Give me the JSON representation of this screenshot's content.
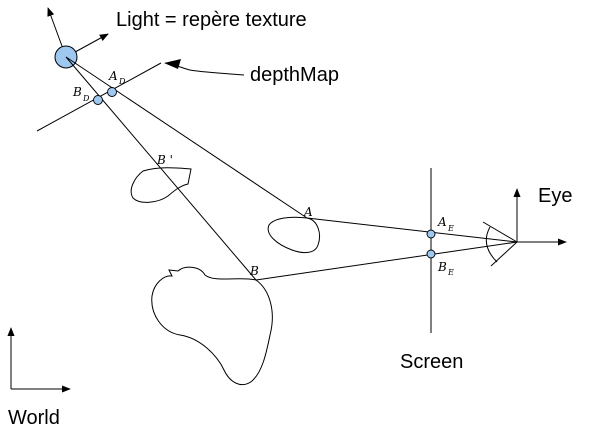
{
  "labels": {
    "light": "Light = repère texture",
    "depth_map": "depthMap",
    "eye": "Eye",
    "screen": "Screen",
    "world": "World"
  },
  "points": {
    "a": "A",
    "b": "B",
    "b_prime": "B '",
    "a_d_main": "A",
    "a_d_sub": "D",
    "b_d_main": "B",
    "b_d_sub": "D",
    "a_e_main": "A",
    "a_e_sub": "E",
    "b_e_main": "B",
    "b_e_sub": "E"
  },
  "colors": {
    "point_fill": "#9ec8f0",
    "stroke": "#000000"
  }
}
